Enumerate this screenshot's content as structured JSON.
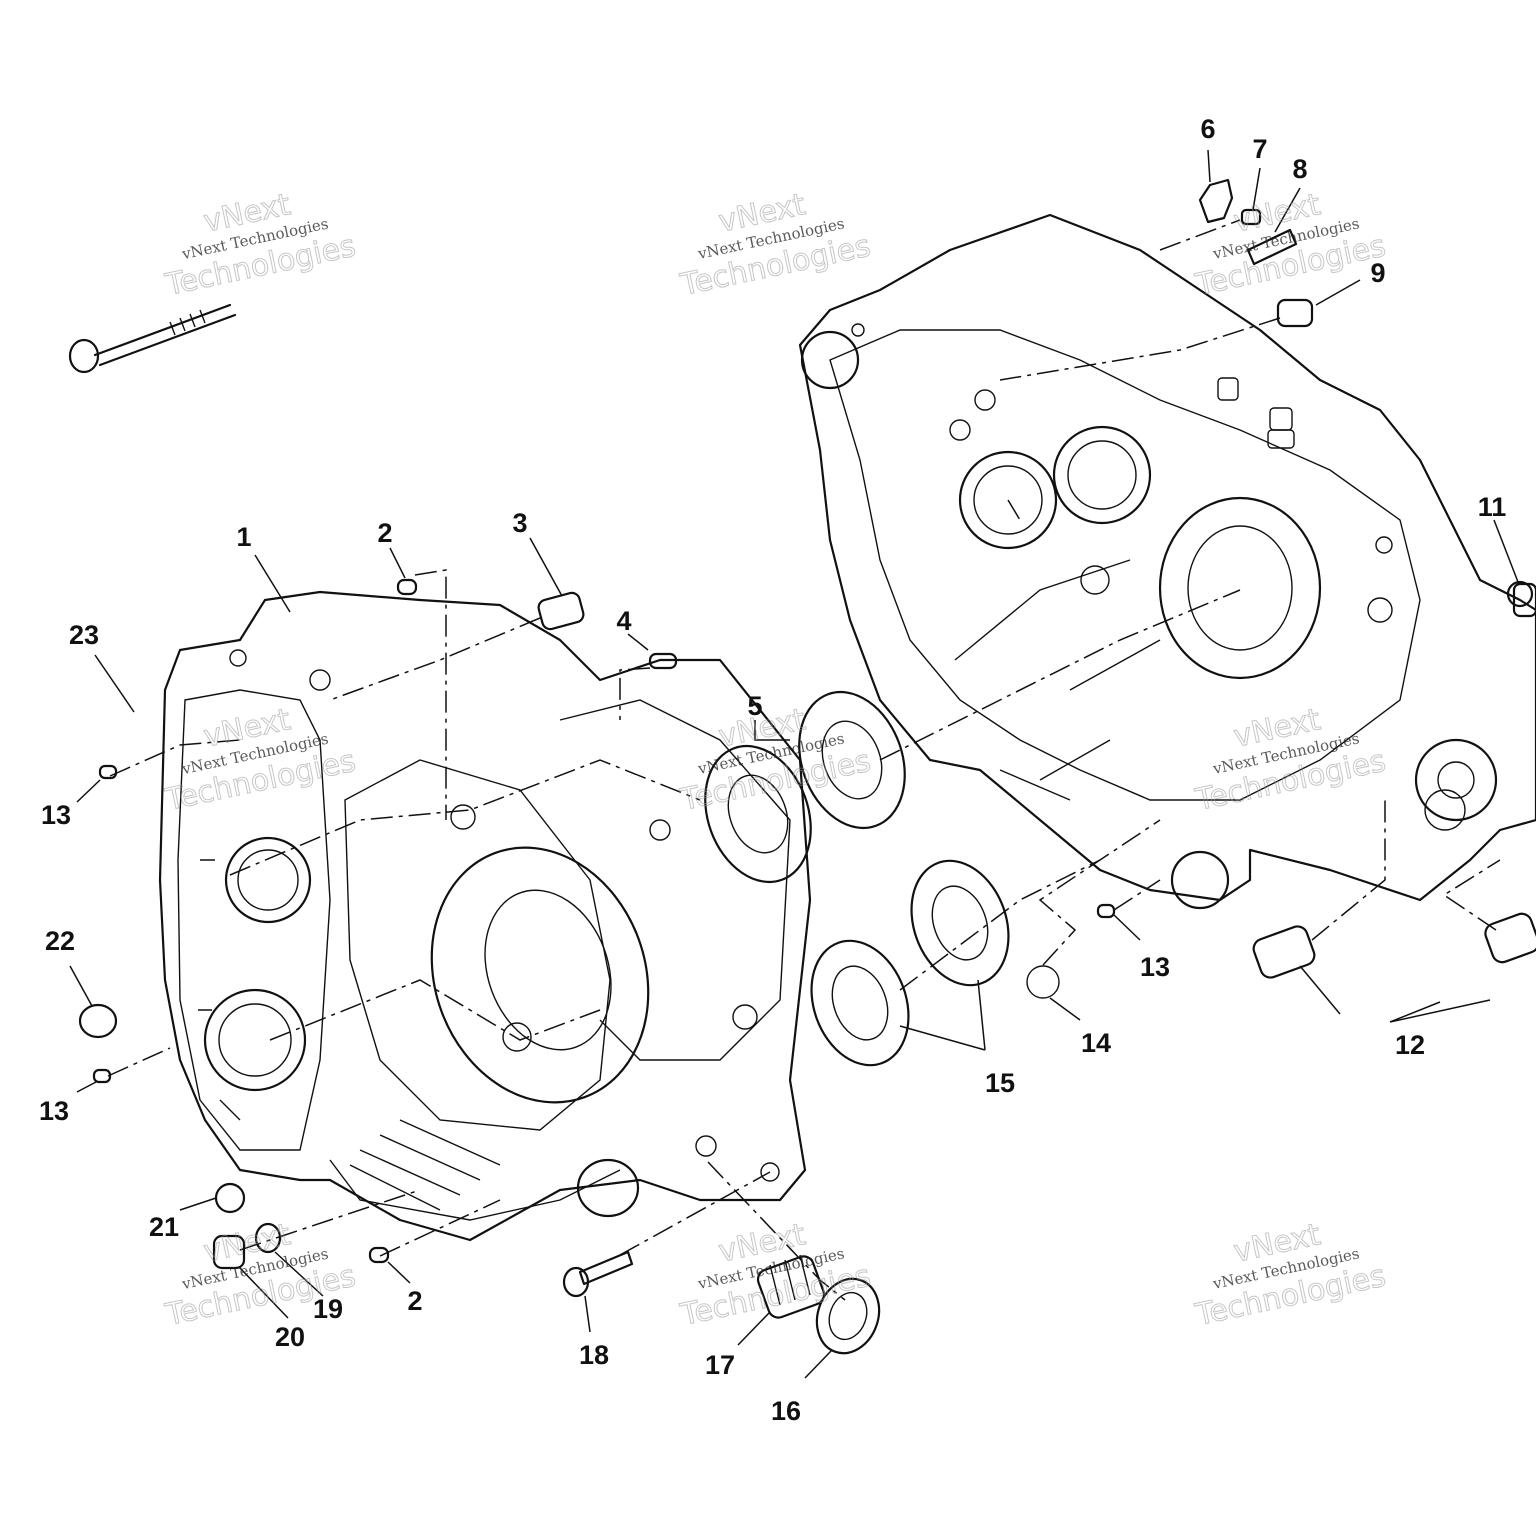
{
  "callouts": [
    {
      "id": "c1",
      "text": "1"
    },
    {
      "id": "c2a",
      "text": "2"
    },
    {
      "id": "c2b",
      "text": "2"
    },
    {
      "id": "c3",
      "text": "3"
    },
    {
      "id": "c4",
      "text": "4"
    },
    {
      "id": "c5",
      "text": "5"
    },
    {
      "id": "c6",
      "text": "6"
    },
    {
      "id": "c7",
      "text": "7"
    },
    {
      "id": "c8",
      "text": "8"
    },
    {
      "id": "c9",
      "text": "9"
    },
    {
      "id": "c11",
      "text": "11"
    },
    {
      "id": "c12",
      "text": "12"
    },
    {
      "id": "c13a",
      "text": "13"
    },
    {
      "id": "c13b",
      "text": "13"
    },
    {
      "id": "c13c",
      "text": "13"
    },
    {
      "id": "c14",
      "text": "14"
    },
    {
      "id": "c15",
      "text": "15"
    },
    {
      "id": "c16",
      "text": "16"
    },
    {
      "id": "c17",
      "text": "17"
    },
    {
      "id": "c18",
      "text": "18"
    },
    {
      "id": "c19",
      "text": "19"
    },
    {
      "id": "c20",
      "text": "20"
    },
    {
      "id": "c21",
      "text": "21"
    },
    {
      "id": "c22",
      "text": "22"
    },
    {
      "id": "c23",
      "text": "23"
    }
  ],
  "watermark": {
    "brand": "vNext",
    "line": "vNext Technologies",
    "word": "Technologies"
  }
}
